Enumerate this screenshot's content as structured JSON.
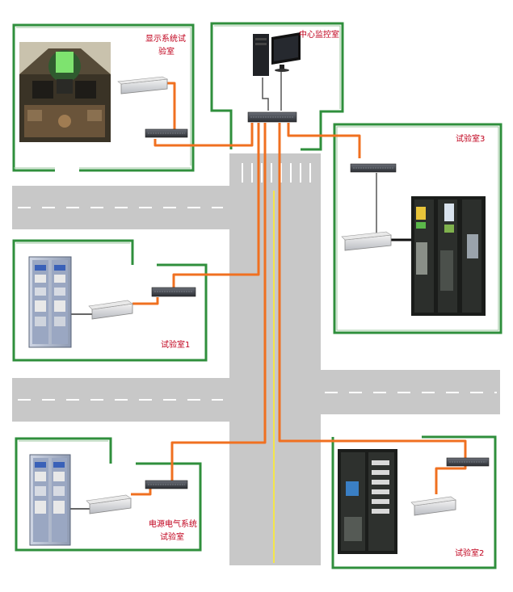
{
  "rooms": [
    {
      "id": "display",
      "label_line1": "显示系统试",
      "label_line2": "验室"
    },
    {
      "id": "center",
      "label": "中心监控室"
    },
    {
      "id": "lab3",
      "label": "试验室3"
    },
    {
      "id": "lab1",
      "label": "试验室1"
    },
    {
      "id": "power",
      "label_line1": "电源电气系统",
      "label_line2": "试验室"
    },
    {
      "id": "lab2",
      "label": "试验室2"
    }
  ],
  "colors": {
    "wall": "#2f8f3c",
    "cable": "#f07020",
    "road": "#c8c8c8",
    "road_dash": "#ffffff",
    "center_line": "#f4e64a",
    "label": "#c0001c"
  },
  "icons": [
    "computer-tower-icon",
    "monitor-icon",
    "network-switch-icon",
    "server-unit-icon",
    "equipment-rack-icon",
    "cockpit-photo"
  ]
}
